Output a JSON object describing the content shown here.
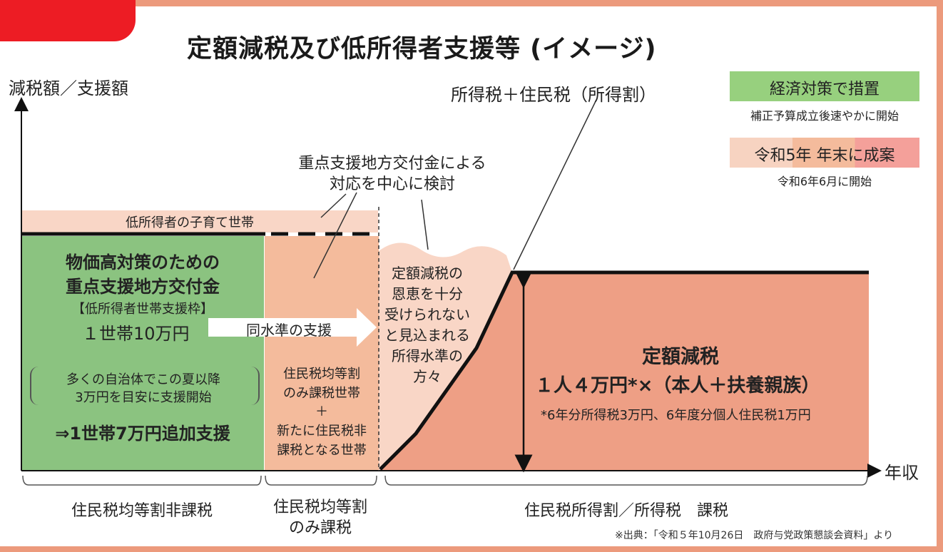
{
  "title": "定額減税及び低所得者支援等 (イメージ)",
  "axes": {
    "y_label": "減税額／支援額",
    "x_label": "年収"
  },
  "legend": {
    "green_label": "経済対策で措置",
    "green_note": "補正予算成立後速やかに開始",
    "orange_label": "令和5年 年末に成案",
    "orange_note": "令和6年6月に開始",
    "green_color": "#97d07e",
    "orange_color": "#f4bb9c"
  },
  "callouts": {
    "income_tax": "所得税＋住民税（所得割）",
    "grant_review_line1": "重点支援地方交付金による",
    "grant_review_line2": "対応を中心に検討",
    "child_households": "低所得者の子育て世帯"
  },
  "green_box": {
    "heading_line1": "物価高対策のための",
    "heading_line2": "重点支援地方交付金",
    "sub": "【低所得者世帯支援枠】",
    "amount": "１世帯10万円",
    "note_line1": "多くの自治体でこの夏以降",
    "note_line2": "3万円を目安に支援開始",
    "additional": "⇒1世帯7万円追加支援"
  },
  "arrow_label": "同水準の支援",
  "orange_box": {
    "line1": "住民税均等割",
    "line2": "のみ課税世帯",
    "plus": "＋",
    "line3": "新たに住民税非",
    "line4": "課税となる世帯"
  },
  "middle_text": {
    "line1": "定額減税の",
    "line2": "恩恵を十分",
    "line3": "受けられない",
    "line4": "と見込まれる",
    "line5": "所得水準の",
    "line6": "方々"
  },
  "tax_cut": {
    "heading": "定額減税",
    "amount": "１人４万円*×（本人＋扶養親族）",
    "note": "*6年分所得税3万円、6年度分個人住民税1万円"
  },
  "bottom_labels": {
    "left": "住民税均等割非課税",
    "middle_line1": "住民税均等割",
    "middle_line2": "のみ課税",
    "right": "住民税所得割／所得税　課税"
  },
  "source": "※出典：「令和５年10月26日　政府与党政策懇談会資料」より"
}
